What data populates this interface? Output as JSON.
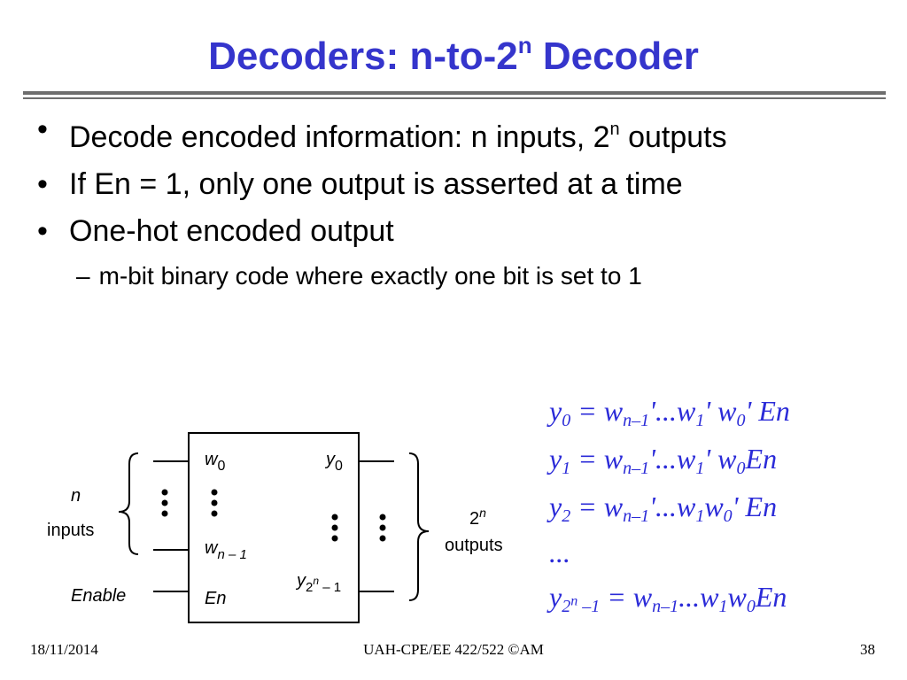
{
  "slide": {
    "title_main": "Decoders: n-to-2",
    "title_sup": "n",
    "title_tail": " Decoder",
    "bullets": [
      {
        "text": "Decode encoded information: n inputs, 2",
        "sup": "n",
        "tail": " outputs"
      },
      {
        "text": "If En = 1, only one output is asserted at a time",
        "sup": "",
        "tail": ""
      },
      {
        "text": "One-hot encoded output",
        "sup": "",
        "tail": ""
      }
    ],
    "sub_bullet": "m-bit binary code where exactly one bit is set to 1"
  },
  "diagram": {
    "inputs_label_n": "n",
    "inputs_label": "inputs",
    "enable_label": "Enable",
    "pin_w0": "w",
    "pin_w0_sub": "0",
    "pin_wn": "w",
    "pin_wn_sub": "n – 1",
    "pin_en": "En",
    "pin_y0": "y",
    "pin_y0_sub": "0",
    "pin_yn": "y",
    "pin_yn_sub1": "2",
    "pin_yn_sup": "n",
    "pin_yn_sub2": " – 1",
    "outputs_two": "2",
    "outputs_sup": "n",
    "outputs_label": "outputs"
  },
  "equations": [
    {
      "lhs": "y",
      "lhs_sub": "0",
      "rhs": "= w<sub>n–1</sub>'...w<sub>1</sub>' w<sub>0</sub>' En"
    },
    {
      "lhs": "y",
      "lhs_sub": "1",
      "rhs": "= w<sub>n–1</sub>'...w<sub>1</sub>' w<sub>0</sub>En"
    },
    {
      "lhs": "y",
      "lhs_sub": "2",
      "rhs": "= w<sub>n–1</sub>'...w<sub>1</sub>w<sub>0</sub>' En"
    },
    {
      "lhs": "...",
      "lhs_sub": "",
      "rhs": ""
    },
    {
      "lhs": "y",
      "lhs_sub": "2<sup>n</sup> –1",
      "rhs": "= w<sub>n–1</sub>...w<sub>1</sub>w<sub>0</sub>En"
    }
  ],
  "footer": {
    "date": "18/11/2014",
    "course": "UAH-CPE/EE 422/522 ©AM",
    "page": "38"
  }
}
